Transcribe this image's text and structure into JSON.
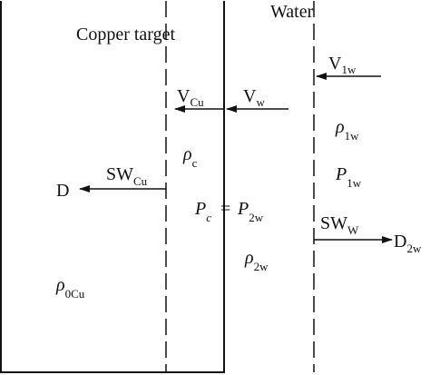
{
  "regions": {
    "copper_target": "Copper target",
    "water": "Water"
  },
  "labels": {
    "v1w": {
      "main": "V",
      "sub": "1w"
    },
    "vcu": {
      "main": "V",
      "sub": "Cu"
    },
    "vw": {
      "main": "V",
      "sub": "w"
    },
    "rho1w": {
      "main": "ρ",
      "sub": "1w"
    },
    "rhoc": {
      "main": "ρ",
      "sub": "c"
    },
    "p1w": {
      "main": "P",
      "sub": "1w"
    },
    "swcu": {
      "main": "SW",
      "sub": "Cu"
    },
    "d": "D",
    "pc": {
      "main": "P",
      "sub": "c"
    },
    "eq": "=",
    "p2w": {
      "main": "P",
      "sub": "2w"
    },
    "sww": {
      "main": "SW",
      "sub": "W"
    },
    "d2w": {
      "main": "D",
      "sub": "2w"
    },
    "rho2w": {
      "main": "ρ",
      "sub": "2w"
    },
    "rho0cu": {
      "main": "ρ",
      "sub": "0Cu"
    }
  }
}
